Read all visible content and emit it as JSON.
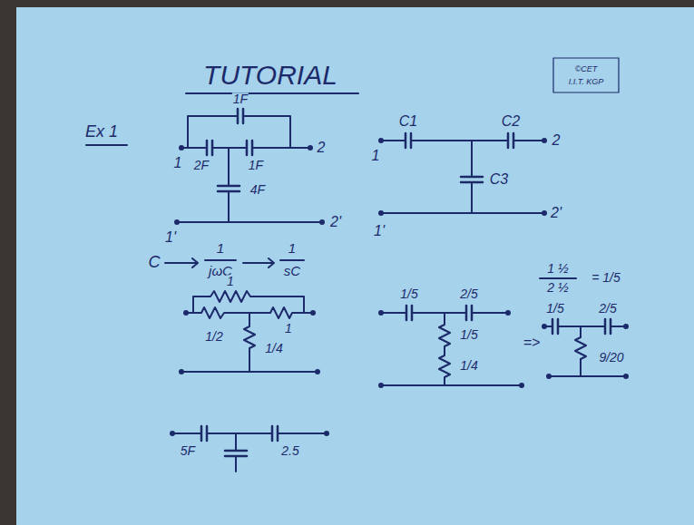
{
  "diagram": {
    "title": "TUTORIAL",
    "labels": [
      "Ex 1",
      "©CET",
      "I.I.T. KGP",
      "1F",
      "2F",
      "1F",
      "4F",
      "1",
      "2",
      "1'",
      "2'",
      "C1",
      "C2",
      "C3",
      "1",
      "2",
      "1'",
      "2'",
      "C",
      "1",
      "jωC",
      "1",
      "sC",
      "1",
      "1/2",
      "1",
      "1/4",
      "1/5",
      "2/5",
      "1/5",
      "1/4",
      "1 ½",
      "2 ½",
      "= 1/5",
      "=>",
      "1/5",
      "2/5",
      "9/20",
      "5F",
      "2.5"
    ]
  }
}
